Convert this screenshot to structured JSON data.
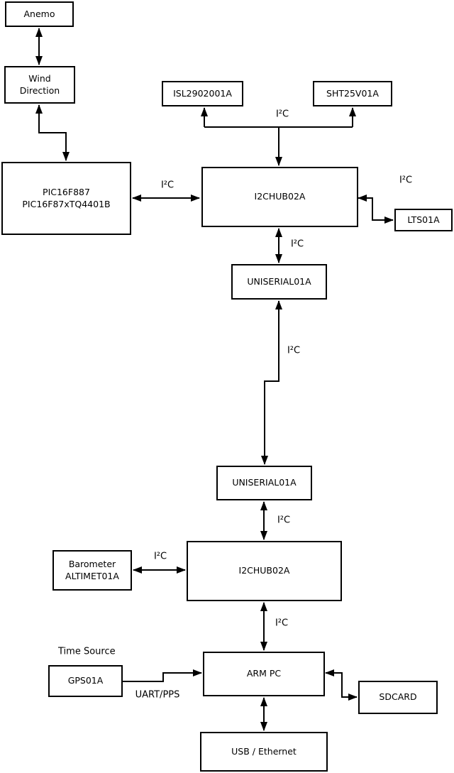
{
  "nodes": {
    "anemo": {
      "label": "Anemo"
    },
    "wind_direction": {
      "line1": "Wind",
      "line2": "Direction"
    },
    "pic": {
      "line1": "PIC16F887",
      "line2": "PIC16F87xTQ4401B"
    },
    "isl": {
      "label": "ISL2902001A"
    },
    "sht": {
      "label": "SHT25V01A"
    },
    "i2chub_top": {
      "label": "I2CHUB02A"
    },
    "lts": {
      "label": "LTS01A"
    },
    "uniserial_top": {
      "label": "UNISERIAL01A"
    },
    "uniserial_bottom": {
      "label": "UNISERIAL01A"
    },
    "i2chub_bottom": {
      "label": "I2CHUB02A"
    },
    "barometer": {
      "line1": "Barometer",
      "line2": "ALTIMET01A"
    },
    "gps": {
      "label": "GPS01A"
    },
    "arm_pc": {
      "label": "ARM PC"
    },
    "sdcard": {
      "label": "SDCARD"
    },
    "usb_ethernet": {
      "label": "USB / Ethernet"
    }
  },
  "edge_labels": {
    "i2c_sensor_bus": "I²C",
    "i2c_pic_hub": "I²C",
    "i2c_hub_lts": "I²C",
    "i2c_hub_uniserial": "I²C",
    "i2c_uniserial_link": "I²C",
    "i2c_uniserial_hub2": "I²C",
    "i2c_barometer_hub2": "I²C",
    "i2c_hub2_armpc": "I²C",
    "time_source": "Time Source",
    "uart_pps": "UART/PPS"
  },
  "colors": {
    "line": "#000000",
    "box_border": "#000000",
    "box_fill": "#ffffff",
    "background": "#ffffff",
    "text": "#000000"
  }
}
